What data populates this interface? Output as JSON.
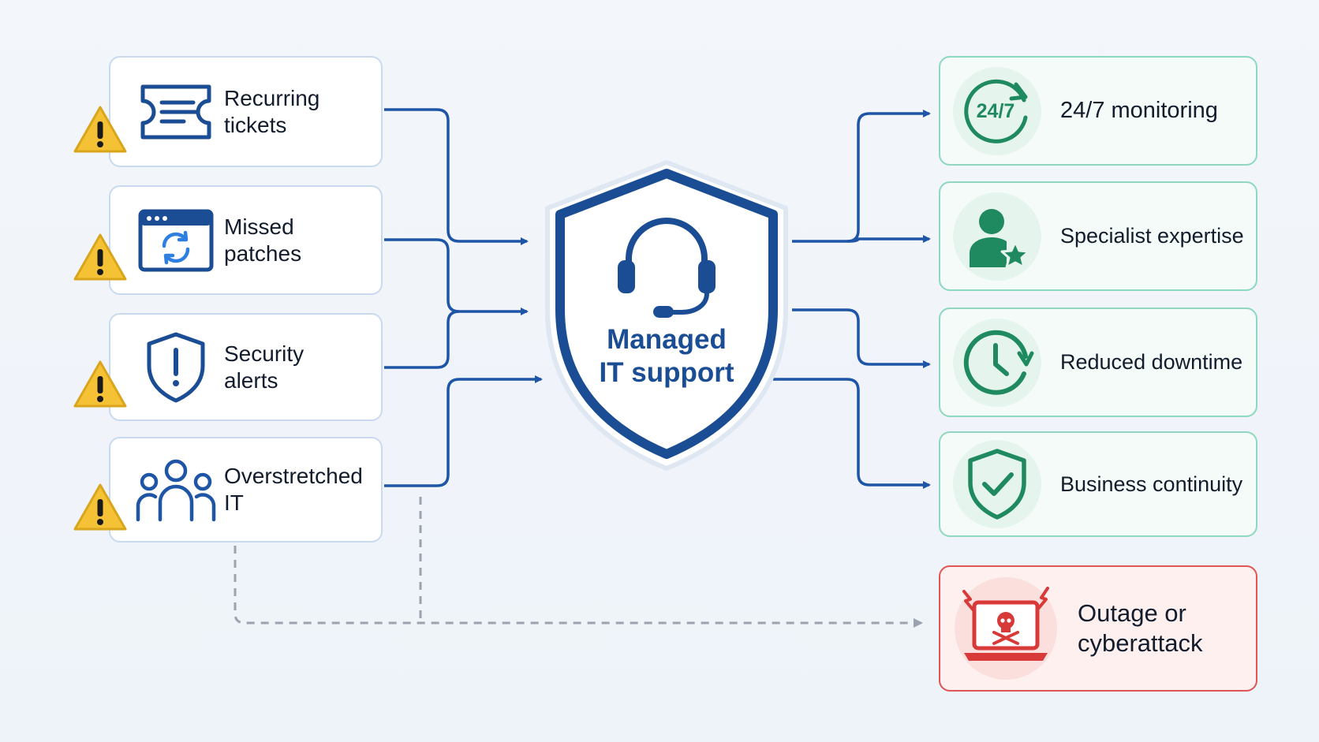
{
  "hub": {
    "label": "Managed\nIT support",
    "icon": "headset-icon"
  },
  "problems": [
    {
      "label": "Recurring\ntickets",
      "icon": "ticket-icon",
      "badge": "warning-icon"
    },
    {
      "label": "Missed\npatches",
      "icon": "browser-refresh-icon",
      "badge": "warning-icon"
    },
    {
      "label": "Security\nalerts",
      "icon": "shield-alert-icon",
      "badge": "warning-icon"
    },
    {
      "label": "Overstretched\nIT",
      "icon": "team-icon",
      "badge": "warning-icon"
    }
  ],
  "benefits": [
    {
      "label": "24/7 monitoring",
      "icon": "clock-247-icon",
      "icon_text": "24/7"
    },
    {
      "label": "Specialist expertise",
      "icon": "expert-star-icon"
    },
    {
      "label": "Reduced downtime",
      "icon": "clock-icon"
    },
    {
      "label": "Business continuity",
      "icon": "shield-check-icon"
    }
  ],
  "risk": {
    "label": "Outage or\ncyberattack",
    "icon": "hacked-laptop-icon"
  },
  "colors": {
    "primary_blue": "#1b4d94",
    "line_blue": "#1f55a6",
    "warning_yellow": "#f5c236",
    "benefit_green": "#1f8a5f",
    "benefit_border": "#8fd7bf",
    "risk_red": "#d83a3a",
    "dashed_gray": "#9aa3ae"
  }
}
